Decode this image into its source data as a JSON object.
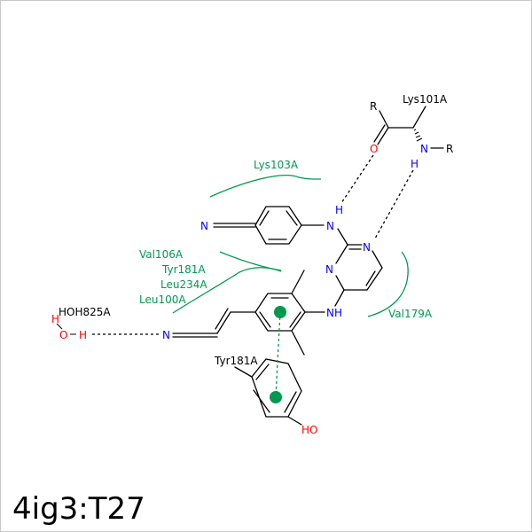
{
  "title": "4ig3:T27",
  "colors": {
    "residue_green": "#00994d",
    "nitrogen_blue": "#0000ff",
    "oxygen_red": "#ff0000",
    "bond_black": "#000000"
  },
  "residues": {
    "lys103a": "Lys103A",
    "val106a": "Val106A",
    "tyr181a_hydrophobic": "Tyr181A",
    "leu234a": "Leu234A",
    "leu100a": "Leu100A",
    "val179a": "Val179A",
    "lys101a": "Lys101A",
    "tyr181a_stack": "Tyr181A",
    "hoh825a": "HOH825A"
  },
  "atoms": {
    "r_top": "R",
    "o_carbonyl": "O",
    "n_backbone": "N",
    "h_backbone": "H",
    "r_right": "R",
    "n_amine_top": "N",
    "h_amine_top": "H",
    "n_nitrile_left": "N",
    "n_pyr_right": "N",
    "n_pyr_left": "N",
    "nh_amine": "NH",
    "n_nitrile_acryl": "N",
    "h_water_top": "H",
    "o_water": "O",
    "h_water": "H",
    "oh_phenol": "HO"
  }
}
